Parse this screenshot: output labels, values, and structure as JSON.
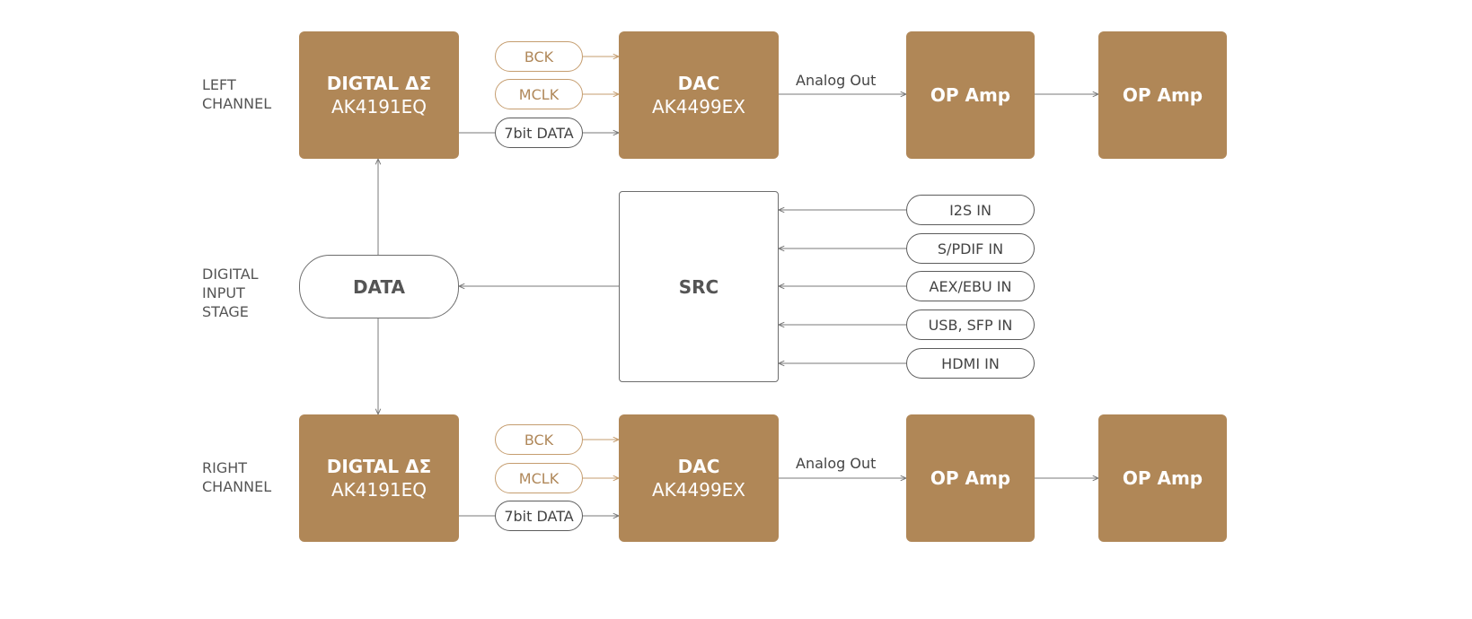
{
  "colors": {
    "block_fill": "#b08757",
    "clock_stroke": "#c59d6f",
    "line": "#7a7a7a"
  },
  "labels": {
    "left_channel": "LEFT\nCHANNEL",
    "digital_input_stage": "DIGITAL\nINPUT\nSTAGE",
    "right_channel": "RIGHT\nCHANNEL"
  },
  "left": {
    "digital": {
      "line1": "DIGTAL ΔΣ",
      "line2": "AK4191EQ"
    },
    "bck": "BCK",
    "mclk": "MCLK",
    "data": "7bit DATA",
    "dac": {
      "line1": "DAC",
      "line2": "AK4499EX"
    },
    "analog_out": "Analog Out",
    "opamp1": "OP Amp",
    "opamp2": "OP Amp"
  },
  "middle": {
    "data": "DATA",
    "src": "SRC",
    "inputs": [
      "I2S IN",
      "S/PDIF IN",
      "AEX/EBU IN",
      "USB, SFP IN",
      "HDMI IN"
    ]
  },
  "right": {
    "digital": {
      "line1": "DIGTAL ΔΣ",
      "line2": "AK4191EQ"
    },
    "bck": "BCK",
    "mclk": "MCLK",
    "data": "7bit DATA",
    "dac": {
      "line1": "DAC",
      "line2": "AK4499EX"
    },
    "analog_out": "Analog Out",
    "opamp1": "OP Amp",
    "opamp2": "OP Amp"
  }
}
